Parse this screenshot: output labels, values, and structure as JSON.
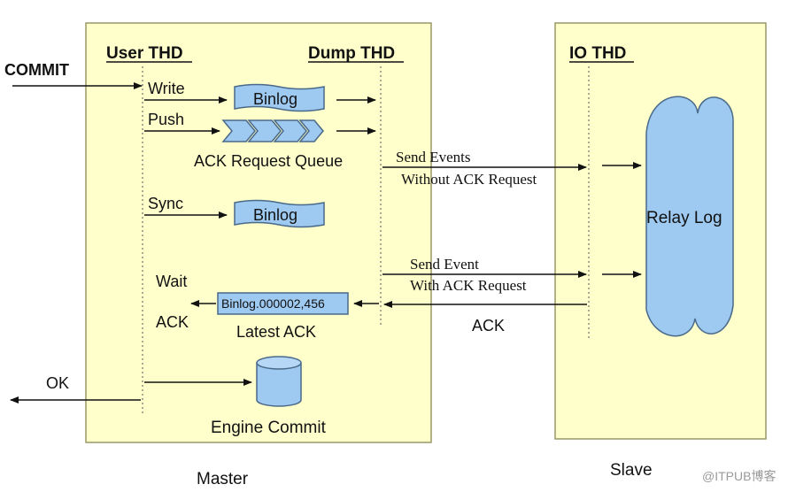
{
  "master": {
    "box_label": "Master",
    "user_thd": "User THD",
    "dump_thd": "Dump THD",
    "commit": "COMMIT",
    "write": "Write",
    "push": "Push",
    "sync": "Sync",
    "binlog_write": "Binlog",
    "binlog_sync": "Binlog",
    "ack_queue_label": "ACK Request Queue",
    "wait": "Wait",
    "ack_wait": "ACK",
    "latest_ack_value": "Binlog.000002,456",
    "latest_ack_label": "Latest ACK",
    "ok": "OK",
    "engine_commit": "Engine Commit"
  },
  "slave": {
    "box_label": "Slave",
    "io_thd": "IO THD",
    "relay_log": "Relay Log"
  },
  "messages": {
    "send_events_line1": "Send Events",
    "send_events_line2": "Without ACK Request",
    "send_event_line1": "Send Event",
    "send_event_line2": "With ACK Request",
    "ack": "ACK"
  },
  "watermark": "@ITPUB博客",
  "colors": {
    "box_fill": "#ffffcc",
    "box_stroke": "#999966",
    "shape_fill": "#9ec9f0",
    "shape_stroke": "#4a6a8a"
  }
}
